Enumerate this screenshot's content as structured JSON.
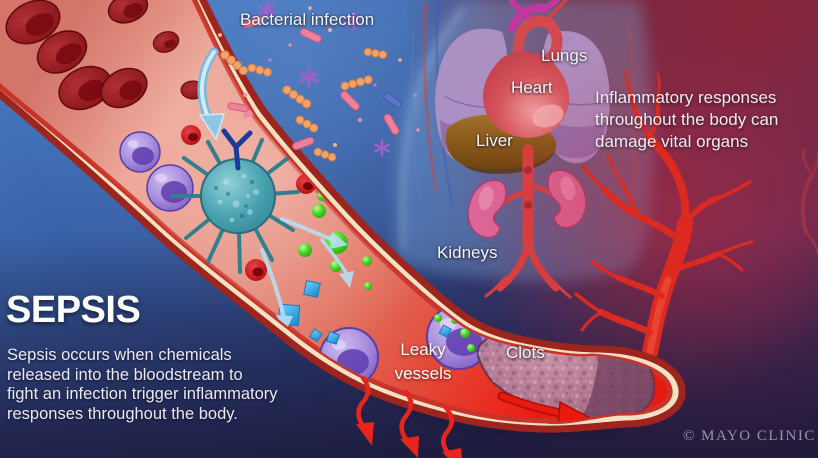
{
  "figure": {
    "subject": "Sepsis medical illustration",
    "bacterial_infection_label": "Bacterial infection"
  },
  "organs": {
    "lungs": "Lungs",
    "heart": "Heart",
    "liver": "Liver",
    "kidneys": "Kidneys"
  },
  "callouts": {
    "inflammatory_lines": [
      "Inflammatory responses",
      "throughout the body can",
      "damage vital organs"
    ],
    "leaky_lines": [
      "Leaky",
      "vessels"
    ],
    "clots": "Clots"
  },
  "sepsis": {
    "title": "SEPSIS",
    "description_lines": [
      "Sepsis occurs when chemicals",
      "released into the bloodstream to",
      "fight an infection trigger inflammatory",
      "responses throughout the body."
    ]
  },
  "credit": "© MAYO CLINIC",
  "colors": {
    "background_blue": "#3f6ab1",
    "background_maroon": "#8c2131",
    "background_navy": "#201d3e",
    "vessel_wall_cream": "#f3e2c2",
    "vessel_red": "#e01c12",
    "wbc_purple": "#8a63cc",
    "macrophage_teal": "#47a0ae",
    "chemical_green": "#2cc415",
    "cytokine_blue": "#2ea4ea",
    "kidney_pink": "#e2719e",
    "liver_brown": "#8a5a1e",
    "lung_lavender": "#b292c6"
  }
}
